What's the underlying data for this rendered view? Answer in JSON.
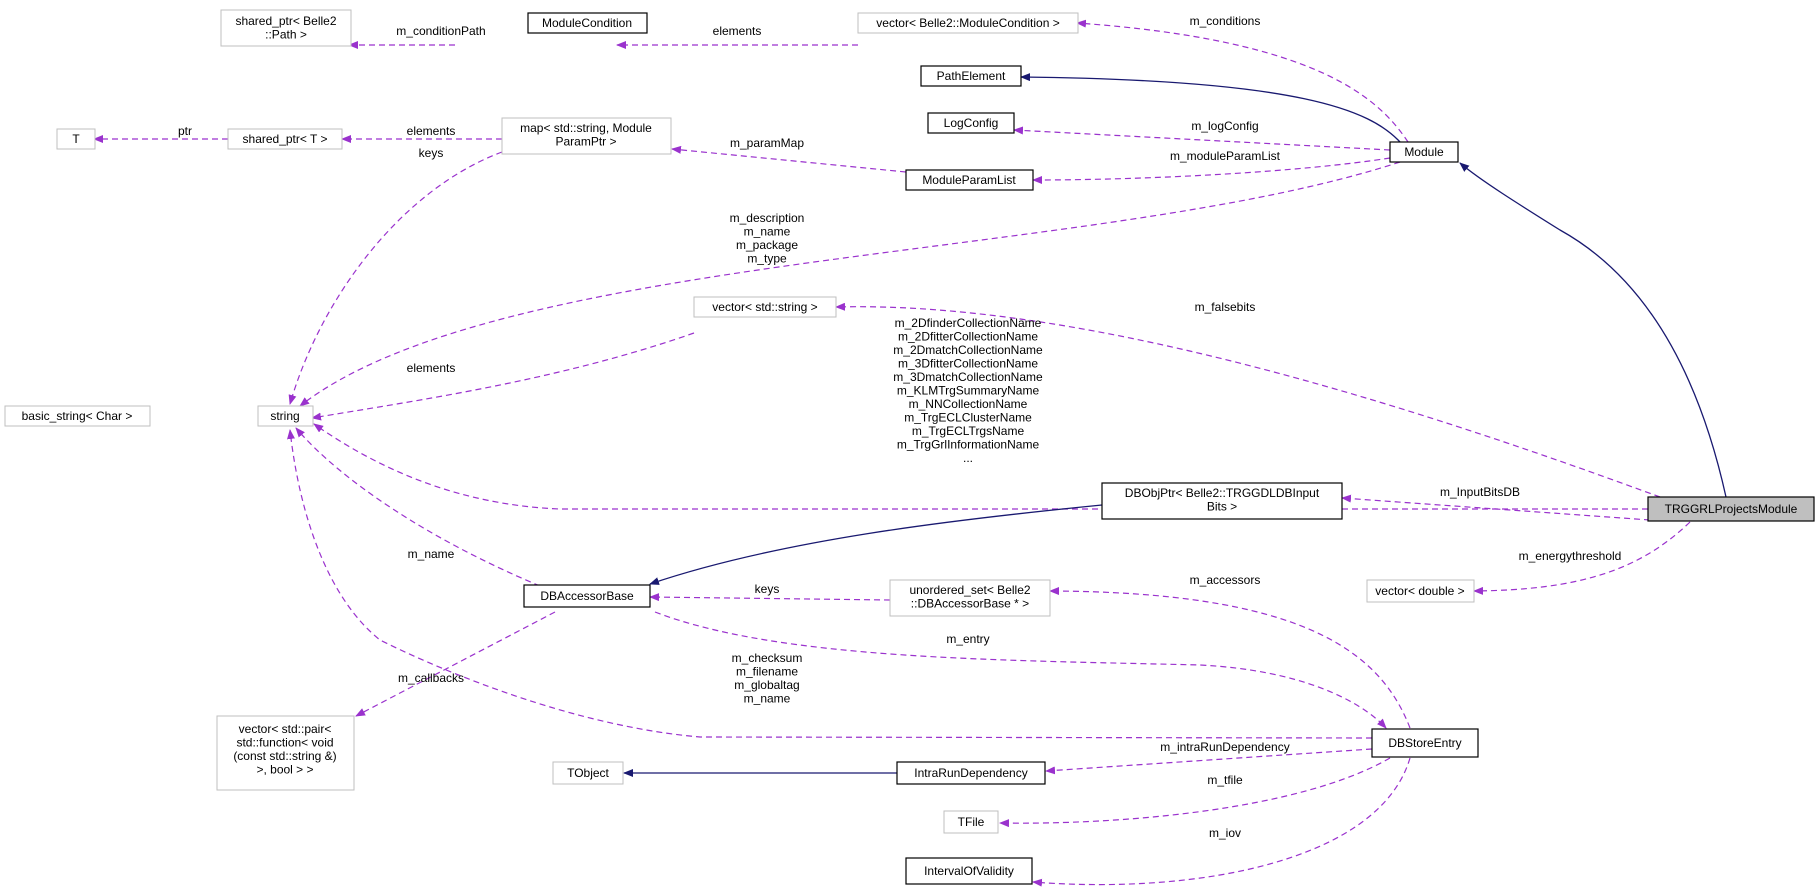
{
  "nodes": {
    "shared_ptr_path": [
      "shared_ptr< Belle2",
      "::Path >"
    ],
    "module_condition": "ModuleCondition",
    "vector_module_condition": "vector< Belle2::ModuleCondition >",
    "path_element": "PathElement",
    "log_config": "LogConfig",
    "module": "Module",
    "module_param_list": "ModuleParamList",
    "t": "T",
    "shared_ptr_t": "shared_ptr< T >",
    "map_param": [
      "map< std::string, Module",
      "ParamPtr >"
    ],
    "vector_string": "vector< std::string >",
    "basic_string": "basic_string< Char >",
    "string": "string",
    "trggrl": "TRGGRLProjectsModule",
    "dbobjptr": [
      "DBObjPtr< Belle2::TRGGDLDBInput",
      "Bits >"
    ],
    "db_accessor_base": "DBAccessorBase",
    "unordered_set": [
      "unordered_set< Belle2",
      "::DBAccessorBase * >"
    ],
    "vector_double": "vector< double >",
    "vector_pair": [
      "vector< std::pair<",
      "std::function< void",
      "(const std::string &)",
      ">, bool > >"
    ],
    "tobject": "TObject",
    "intra_run_dependency": "IntraRunDependency",
    "db_store_entry": "DBStoreEntry",
    "tfile": "TFile",
    "interval_of_validity": "IntervalOfValidity"
  },
  "edges": {
    "m_conditionPath": "m_conditionPath",
    "elements_cond": "elements",
    "m_conditions": "m_conditions",
    "m_logConfig": "m_logConfig",
    "m_moduleParamList": "m_moduleParamList",
    "m_paramMap": "m_paramMap",
    "elements_map": "elements",
    "ptr": "ptr",
    "keys_map": "keys",
    "module_strings": [
      "m_description",
      "m_name",
      "m_package",
      "m_type"
    ],
    "elements_vec": "elements",
    "m_falsebits": "m_falsebits",
    "trggrl_strings": [
      "m_2DfinderCollectionName",
      "m_2DfitterCollectionName",
      "m_2DmatchCollectionName",
      "m_3DfitterCollectionName",
      "m_3DmatchCollectionName",
      "m_KLMTrgSummaryName",
      "m_NNCollectionName",
      "m_TrgECLClusterName",
      "m_TrgECLTrgsName",
      "m_TrgGrlInformationName",
      "..."
    ],
    "m_InputBitsDB": "m_InputBitsDB",
    "m_energythreshold": "m_energythreshold",
    "m_name_dba": "m_name",
    "keys_set": "keys",
    "m_callbacks": "m_callbacks",
    "dbstore_strings": [
      "m_checksum",
      "m_filename",
      "m_globaltag",
      "m_name"
    ],
    "m_entry": "m_entry",
    "m_accessors": "m_accessors",
    "m_intraRunDependency": "m_intraRunDependency",
    "m_tfile": "m_tfile",
    "m_iov": "m_iov"
  },
  "colors": {
    "member_edge": "#9a32cd",
    "inherit_edge": "#191970",
    "highlight_node": "#bfbfbf"
  }
}
